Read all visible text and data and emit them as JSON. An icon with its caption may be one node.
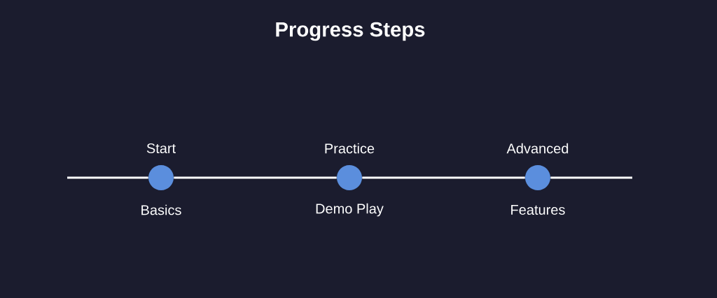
{
  "diagram": {
    "title": "Progress Steps",
    "nodes": [
      {
        "text": [],
        "shape": "circle",
        "beside": [
          "Start",
          "Basics"
        ]
      },
      {
        "text": [],
        "shape": "circle",
        "beside": [
          "Practice",
          "Demo Play"
        ]
      },
      {
        "text": [],
        "shape": "circle",
        "beside": [
          "Advanced",
          "Features"
        ]
      }
    ],
    "edges": [
      {
        "from": null,
        "to": 0,
        "arrow": "none"
      },
      {
        "from": 0,
        "to": 1,
        "arrow": "none"
      },
      {
        "from": 1,
        "to": 2,
        "arrow": "none"
      },
      {
        "from": 2,
        "to": null,
        "arrow": "none"
      }
    ]
  }
}
